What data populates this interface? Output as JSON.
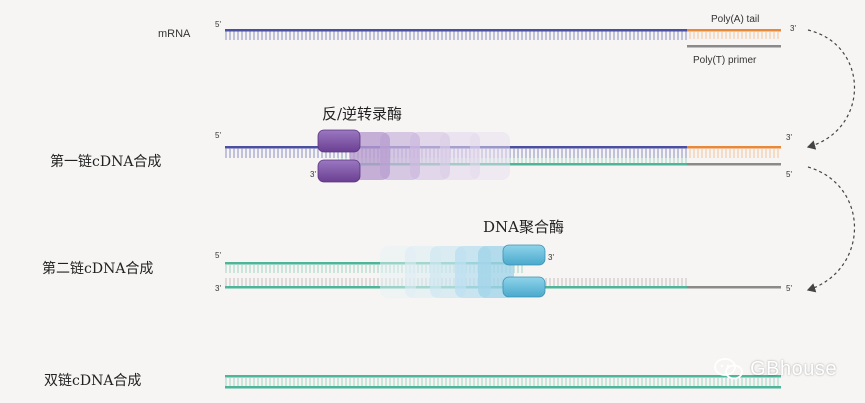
{
  "labels": {
    "mrna": "mRNA",
    "poly_a_tail": "Poly(A) tail",
    "poly_t_primer": "Poly(T) primer",
    "reverse_transcriptase": "反/逆转录酶",
    "first_strand": "第一链cDNA合成",
    "dna_polymerase": "DNA聚合酶",
    "second_strand": "第二链cDNA合成",
    "double_strand": "双链cDNA合成",
    "five_prime": "5'",
    "three_prime": "3'"
  },
  "watermark": {
    "text": "GBhouse",
    "icon": "wechat-icon"
  },
  "colors": {
    "mrna": "#4a4fa0",
    "polyA": "#e8893a",
    "polyT": "#8a8a8a",
    "cdna": "#4db59a",
    "enzyme1": "#7a4fa0",
    "enzyme2": "#5cb8d6",
    "arrow": "#444444"
  }
}
